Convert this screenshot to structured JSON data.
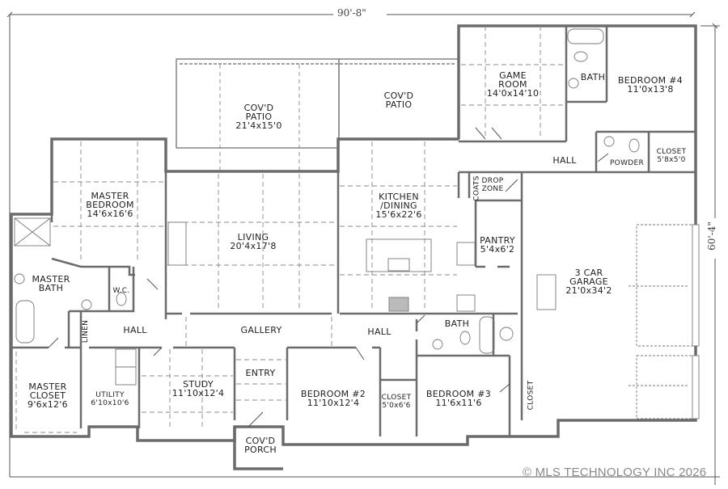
{
  "dimensions": {
    "width": "90'-8\"",
    "depth": "60'-4\""
  },
  "rooms": [
    {
      "id": "covd-patio-1",
      "name": "COV'D",
      "name2": "PATIO",
      "size": "21'4x15'0"
    },
    {
      "id": "covd-patio-2",
      "name": "COV'D",
      "name2": "PATIO",
      "size": ""
    },
    {
      "id": "game-room",
      "name": "GAME",
      "name2": "ROOM",
      "size": "14'0x14'10"
    },
    {
      "id": "bath-upper",
      "name": "BATH",
      "name2": "",
      "size": ""
    },
    {
      "id": "bedroom-4",
      "name": "BEDROOM #4",
      "name2": "",
      "size": "11'0x13'8"
    },
    {
      "id": "hall-upper",
      "name": "HALL",
      "name2": "",
      "size": ""
    },
    {
      "id": "powder",
      "name": "POWDER",
      "name2": "",
      "size": ""
    },
    {
      "id": "closet-bed4",
      "name": "CLOSET",
      "name2": "",
      "size": "5'8x5'0"
    },
    {
      "id": "master-bedroom",
      "name": "MASTER",
      "name2": "BEDROOM",
      "size": "14'6x16'6"
    },
    {
      "id": "living",
      "name": "LIVING",
      "name2": "",
      "size": "20'4x17'8"
    },
    {
      "id": "kitchen-dining",
      "name": "KITCHEN",
      "name2": "/DINING",
      "size": "15'6x22'6"
    },
    {
      "id": "coats",
      "name": "COATS",
      "name2": "",
      "size": ""
    },
    {
      "id": "drop-zone",
      "name": "DROP",
      "name2": "ZONE",
      "size": ""
    },
    {
      "id": "pantry",
      "name": "PANTRY",
      "name2": "",
      "size": "5'4x6'2"
    },
    {
      "id": "garage",
      "name": "3 CAR",
      "name2": "GARAGE",
      "size": "21'0x34'2"
    },
    {
      "id": "master-bath",
      "name": "MASTER",
      "name2": "BATH",
      "size": ""
    },
    {
      "id": "wc",
      "name": "W.C.",
      "name2": "",
      "size": ""
    },
    {
      "id": "linen",
      "name": "LINEN",
      "name2": "",
      "size": ""
    },
    {
      "id": "hall-left",
      "name": "HALL",
      "name2": "",
      "size": ""
    },
    {
      "id": "gallery",
      "name": "GALLERY",
      "name2": "",
      "size": ""
    },
    {
      "id": "hall-mid",
      "name": "HALL",
      "name2": "",
      "size": ""
    },
    {
      "id": "bath-lower",
      "name": "BATH",
      "name2": "",
      "size": ""
    },
    {
      "id": "master-closet",
      "name": "MASTER",
      "name2": "CLOSET",
      "size": "9'6x12'6"
    },
    {
      "id": "utility",
      "name": "UTILITY",
      "name2": "",
      "size": "6'10x10'6"
    },
    {
      "id": "study",
      "name": "STUDY",
      "name2": "",
      "size": "11'10x12'4"
    },
    {
      "id": "entry",
      "name": "ENTRY",
      "name2": "",
      "size": ""
    },
    {
      "id": "bedroom-2",
      "name": "BEDROOM #2",
      "name2": "",
      "size": "11'10x12'4"
    },
    {
      "id": "closet-bed2",
      "name": "CLOSET",
      "name2": "",
      "size": "5'0x6'6"
    },
    {
      "id": "bedroom-3",
      "name": "BEDROOM #3",
      "name2": "",
      "size": "11'6x11'6"
    },
    {
      "id": "closet-bed3",
      "name": "CLOSET",
      "name2": "",
      "size": ""
    },
    {
      "id": "covd-porch",
      "name": "COV'D",
      "name2": "PORCH",
      "size": ""
    }
  ],
  "copyright": "© MLS TECHNOLOGY INC 2026",
  "colors": {
    "wall": "#6b6b6b",
    "line": "#555555",
    "text": "#222222",
    "watermark": "#8a8a8a"
  }
}
